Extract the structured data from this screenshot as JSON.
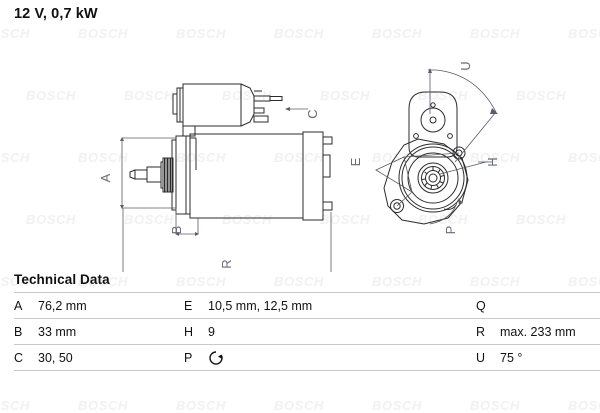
{
  "page": {
    "title": "12 V, 0,7 kW",
    "watermark_text": "BOSCH",
    "background_color": "#ffffff",
    "line_color": "#2b2b2b",
    "dimension_color": "#5a5a6a",
    "table_value_bg": "#e2e2e2",
    "table_rule_color": "#c8c8c8"
  },
  "drawings": {
    "side_view": {
      "name": "starter-motor-side-view",
      "dimension_labels": [
        "A",
        "B",
        "C",
        "R"
      ]
    },
    "front_view": {
      "name": "starter-motor-front-view",
      "dimension_labels": [
        "U",
        "E",
        "H",
        "P"
      ]
    }
  },
  "technical_data": {
    "heading": "Technical Data",
    "rows": [
      {
        "k1": "A",
        "v1": "76,2 mm",
        "k2": "E",
        "v2": "10,5 mm, 12,5 mm",
        "k3": "Q",
        "v3": ""
      },
      {
        "k1": "B",
        "v1": "33 mm",
        "k2": "H",
        "v2": "9",
        "k3": "R",
        "v3": "max. 233 mm"
      },
      {
        "k1": "C",
        "v1": "30, 50",
        "k2": "P",
        "v2": "",
        "k3": "U",
        "v3": "75 °"
      }
    ],
    "p_symbol": "clockwise-rotation-icon"
  }
}
